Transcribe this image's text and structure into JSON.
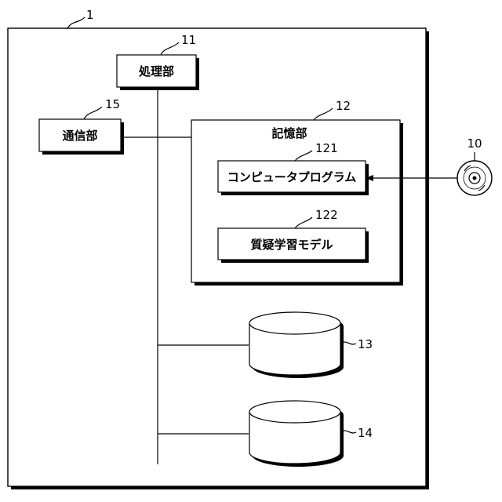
{
  "system": {
    "ref": "1"
  },
  "processing_unit": {
    "label": "処理部",
    "ref": "11"
  },
  "communication_unit": {
    "label": "通信部",
    "ref": "15"
  },
  "storage_unit": {
    "label": "記憶部",
    "ref": "12",
    "computer_program": {
      "label": "コンピュータプログラム",
      "ref": "121"
    },
    "qa_model": {
      "label": "質疑学習モデル",
      "ref": "122"
    }
  },
  "database_1": {
    "ref": "13"
  },
  "database_2": {
    "ref": "14"
  },
  "recording_medium": {
    "ref": "10"
  }
}
